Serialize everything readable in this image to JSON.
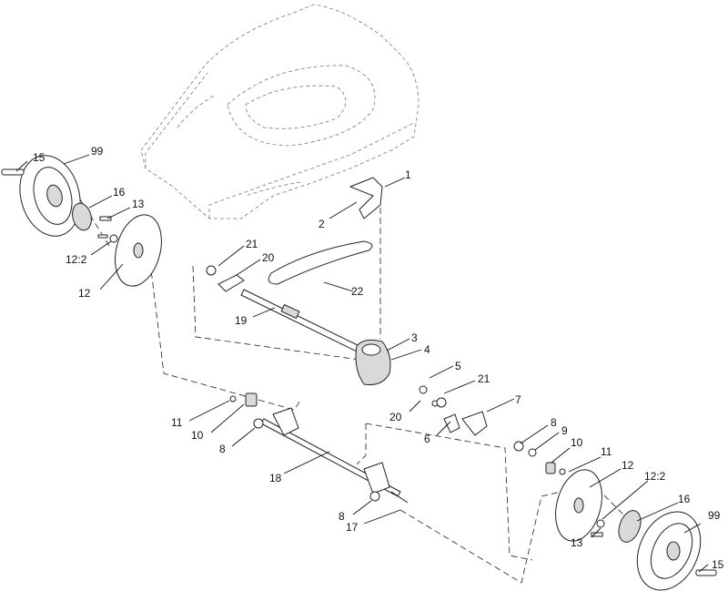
{
  "diagram": {
    "callouts": {
      "c1": "1",
      "c2": "2",
      "c3": "3",
      "c4": "4",
      "c5": "5",
      "c6": "6",
      "c7": "7",
      "c8a": "8",
      "c8b": "8",
      "c8c": "8",
      "c9": "9",
      "c10a": "10",
      "c10b": "10",
      "c11a": "11",
      "c11b": "11",
      "c12a": "12",
      "c12b": "12",
      "c12_2a": "12:2",
      "c12_2b": "12:2",
      "c13a": "13",
      "c13b": "13",
      "c15a": "15",
      "c15b": "15",
      "c16a": "16",
      "c16b": "16",
      "c17": "17",
      "c18": "18",
      "c19": "19",
      "c20a": "20",
      "c20b": "20",
      "c21a": "21",
      "c21b": "21",
      "c22": "22",
      "c99a": "99",
      "c99b": "99"
    }
  }
}
